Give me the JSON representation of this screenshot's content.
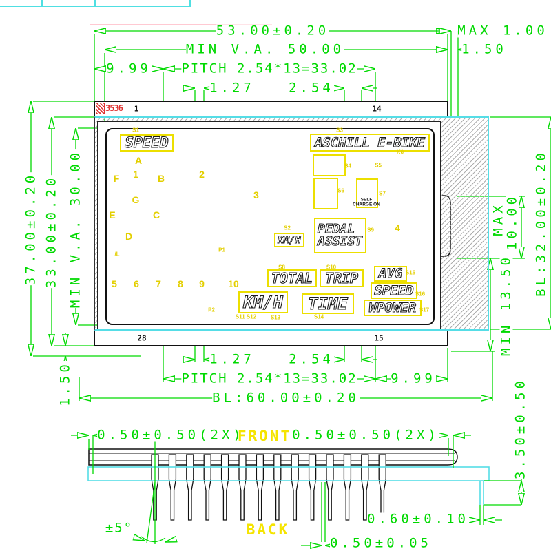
{
  "module": {
    "logo": "3536",
    "pin_top_first": "1",
    "pin_top_last": "14",
    "pin_bottom_first": "28",
    "pin_bottom_last": "15"
  },
  "dims": {
    "d53": "53.00±0.20",
    "minva50": "MIN V.A. 50.00",
    "n999": "9.99",
    "pitch": "PITCH 2.54*13=33.02",
    "n127": "1.27",
    "n254": "2.54",
    "max1": "MAX 1.00",
    "n150": "1.50",
    "d37": "37.00±0.20",
    "d33": "33.00±0.20",
    "minva30": "MIN V.A. 30.00",
    "n150b": "1.50",
    "bl32": "BL:32.00±0.20",
    "max_line1": "MAX",
    "max_line2": "10.00",
    "min135": "MIN 13.50",
    "b127": "1.27",
    "b254": "2.54",
    "bpitch": "PITCH 2.54*13=33.02",
    "b999": "9.99",
    "bl60": "BL:60.00±0.20"
  },
  "side": {
    "front": "FRONT",
    "back": "BACK",
    "d05l": "0.50±0.50(2X)",
    "d05r": "0.50±0.50(2X)",
    "d35": "3.50±0.50",
    "d06": "0.60±0.10",
    "d005": "0.50±0.05",
    "ang": "±5°"
  },
  "lcd": {
    "speed_label": "SPEED",
    "brand": "ASCHILL E-BIKE",
    "kmh_small": "KM/H",
    "pedal_line1": "PEDAL",
    "pedal_line2": "ASSIST",
    "total": "TOTAL",
    "trip": "TRIP",
    "kmh_big": "KM/H",
    "time": "TIME",
    "avg": "AVG",
    "speed2": "SPEED",
    "wpower": "WPOWER",
    "self_line1": "SELF",
    "self_line2": "CHARGE ON",
    "seg_letters": [
      "A",
      "F",
      "B",
      "G",
      "E",
      "C",
      "D"
    ],
    "digit_labels": [
      "1",
      "2",
      "3",
      "4",
      "5",
      "6",
      "7",
      "8",
      "9",
      "10"
    ],
    "marker_labels": {
      "s1": "S1",
      "s2": "S2",
      "s3": "S3",
      "s4": "S4",
      "s5": "S5",
      "s6": "S6",
      "s7": "S7",
      "s8": "S8",
      "s9": "S9",
      "s10": "S10",
      "s11_12": "S11 S12",
      "s13": "S13",
      "s14": "S14",
      "s15": "S15",
      "s16": "S16",
      "s17": "S17",
      "k0": "K0",
      "p1": "P1",
      "p2": "P2",
      "l": "/L"
    }
  },
  "colors": {
    "dim_green": "#00d900",
    "lcd_yellow": "#ecdf00",
    "cyan": "#55dde6",
    "logo_red": "#e03131"
  }
}
